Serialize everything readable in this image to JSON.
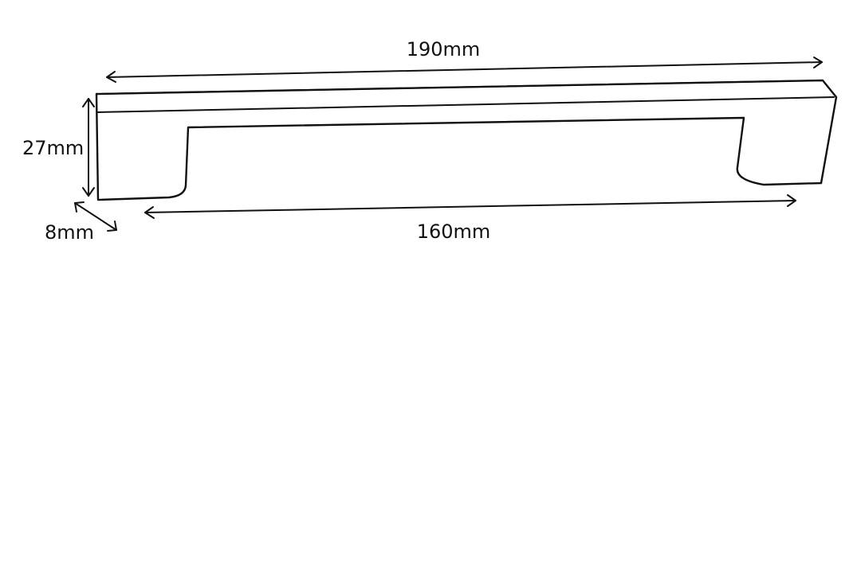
{
  "diagram": {
    "dimensions": {
      "overall_length": "190mm",
      "hole_centres": "160mm",
      "height": "27mm",
      "depth": "8mm"
    },
    "colors": {
      "line": "#111111",
      "background": "#ffffff"
    }
  }
}
